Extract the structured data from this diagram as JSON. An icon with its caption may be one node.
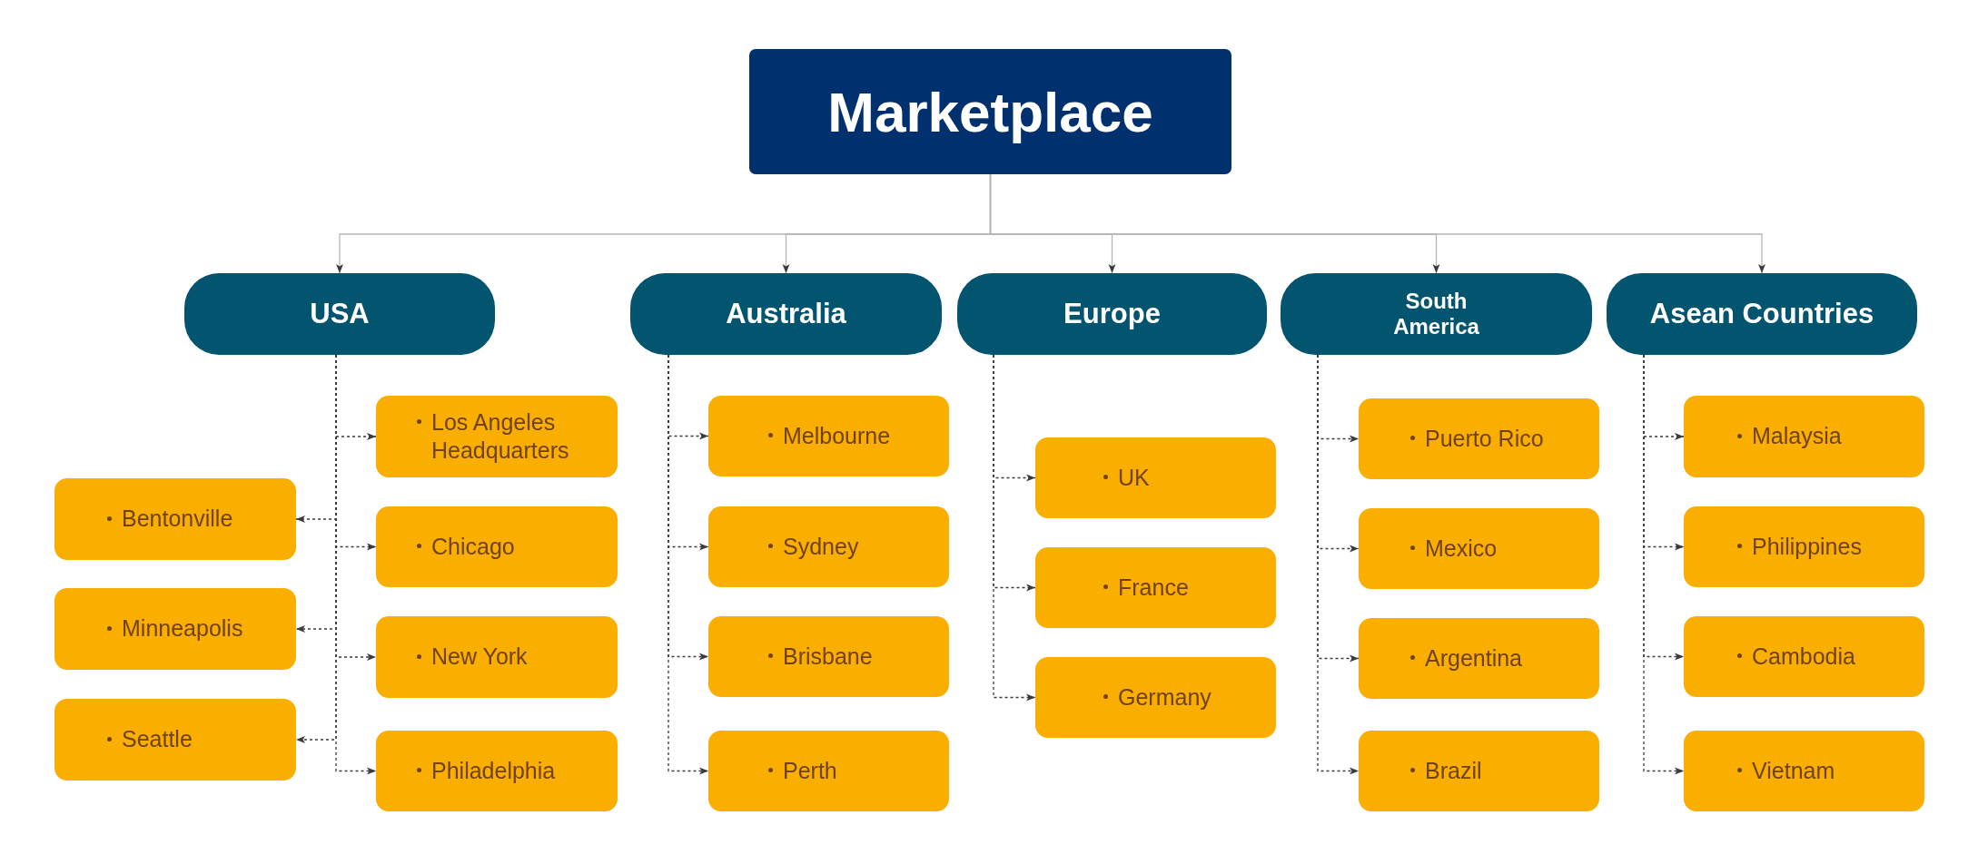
{
  "diagram": {
    "nodes": [
      {
        "text": [
          "Marketplace"
        ]
      },
      {
        "text": [
          "USA"
        ]
      },
      {
        "text": [
          "Australia"
        ]
      },
      {
        "text": [
          "Europe"
        ]
      },
      {
        "text": [
          "South America"
        ]
      },
      {
        "text": [
          "Asean Countries"
        ]
      },
      {
        "text": [
          "Los Angeles Headquarters"
        ]
      },
      {
        "text": [
          "Bentonville"
        ]
      },
      {
        "text": [
          "Chicago"
        ]
      },
      {
        "text": [
          "Minneapolis"
        ]
      },
      {
        "text": [
          "New York"
        ]
      },
      {
        "text": [
          "Seattle"
        ]
      },
      {
        "text": [
          "Philadelphia"
        ]
      },
      {
        "text": [
          "Melbourne"
        ]
      },
      {
        "text": [
          "Sydney"
        ]
      },
      {
        "text": [
          "Brisbane"
        ]
      },
      {
        "text": [
          "Perth"
        ]
      },
      {
        "text": [
          "UK"
        ]
      },
      {
        "text": [
          "France"
        ]
      },
      {
        "text": [
          "Germany"
        ]
      },
      {
        "text": [
          "Puerto Rico"
        ]
      },
      {
        "text": [
          "Mexico"
        ]
      },
      {
        "text": [
          "Argentina"
        ]
      },
      {
        "text": [
          "Brazil"
        ]
      },
      {
        "text": [
          "Malaysia"
        ]
      },
      {
        "text": [
          "Philippines"
        ]
      },
      {
        "text": [
          "Cambodia"
        ]
      },
      {
        "text": [
          "Vietnam"
        ]
      }
    ],
    "edges": [
      {
        "from": 0,
        "to": 1,
        "arrow": "to",
        "color": "#b5b5b5"
      },
      {
        "from": 0,
        "to": 2,
        "arrow": "to",
        "color": "#b5b5b5"
      },
      {
        "from": 0,
        "to": 3,
        "arrow": "to",
        "color": "#b5b5b5"
      },
      {
        "from": 0,
        "to": 4,
        "arrow": "to",
        "color": "#b5b5b5"
      },
      {
        "from": 0,
        "to": 5,
        "arrow": "to",
        "color": "#b5b5b5"
      },
      {
        "from": 1,
        "to": 6,
        "arrow": "to",
        "style": "dashed"
      },
      {
        "from": 1,
        "to": 7,
        "arrow": "to",
        "style": "dashed"
      },
      {
        "from": 1,
        "to": 8,
        "arrow": "to",
        "style": "dashed"
      },
      {
        "from": 1,
        "to": 9,
        "arrow": "to",
        "style": "dashed"
      },
      {
        "from": 1,
        "to": 10,
        "arrow": "to",
        "style": "dashed"
      },
      {
        "from": 1,
        "to": 11,
        "arrow": "to",
        "style": "dashed"
      },
      {
        "from": 1,
        "to": 12,
        "arrow": "to",
        "style": "dashed"
      },
      {
        "from": 2,
        "to": 13,
        "arrow": "to",
        "style": "dashed"
      },
      {
        "from": 2,
        "to": 14,
        "arrow": "to",
        "style": "dashed"
      },
      {
        "from": 2,
        "to": 15,
        "arrow": "to",
        "style": "dashed"
      },
      {
        "from": 2,
        "to": 16,
        "arrow": "to",
        "style": "dashed"
      },
      {
        "from": 3,
        "to": 17,
        "arrow": "to",
        "style": "dashed"
      },
      {
        "from": 3,
        "to": 18,
        "arrow": "to",
        "style": "dashed"
      },
      {
        "from": 3,
        "to": 19,
        "arrow": "to",
        "style": "dashed"
      },
      {
        "from": 4,
        "to": 20,
        "arrow": "to",
        "style": "dashed"
      },
      {
        "from": 4,
        "to": 21,
        "arrow": "to",
        "style": "dashed"
      },
      {
        "from": 4,
        "to": 22,
        "arrow": "to",
        "style": "dashed"
      },
      {
        "from": 4,
        "to": 23,
        "arrow": "to",
        "style": "dashed"
      },
      {
        "from": 5,
        "to": 24,
        "arrow": "to",
        "style": "dashed"
      },
      {
        "from": 5,
        "to": 25,
        "arrow": "to",
        "style": "dashed"
      },
      {
        "from": 5,
        "to": 26,
        "arrow": "to",
        "style": "dashed"
      },
      {
        "from": 5,
        "to": 27,
        "arrow": "to",
        "style": "dashed"
      }
    ]
  }
}
